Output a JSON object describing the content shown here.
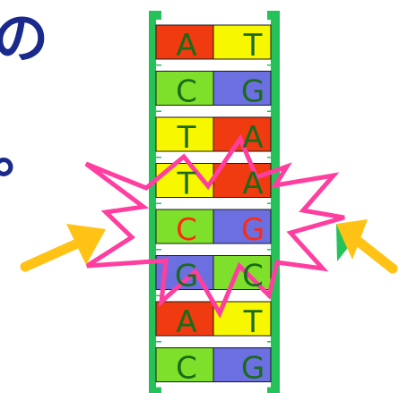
{
  "text_fragments": [
    "の",
    "。"
  ],
  "dna": {
    "colors": {
      "A": "#f03a10",
      "T": "#f7f700",
      "C": "#7ee02a",
      "G": "#6b6fe0"
    },
    "rail_color": "#25c25a",
    "pairs": [
      {
        "left": "A",
        "right": "T"
      },
      {
        "left": "C",
        "right": "G"
      },
      {
        "left": "T",
        "right": "A"
      },
      {
        "left": "T",
        "right": "A"
      },
      {
        "left": "C",
        "right": "G"
      },
      {
        "left": "G",
        "right": "C"
      },
      {
        "left": "A",
        "right": "T"
      },
      {
        "left": "C",
        "right": "G"
      }
    ],
    "highlight_pair_index": 4,
    "highlight_text_color": "#ff2a10",
    "burst_color": "#ff3ea0",
    "arrow_color": "#ffc215"
  }
}
